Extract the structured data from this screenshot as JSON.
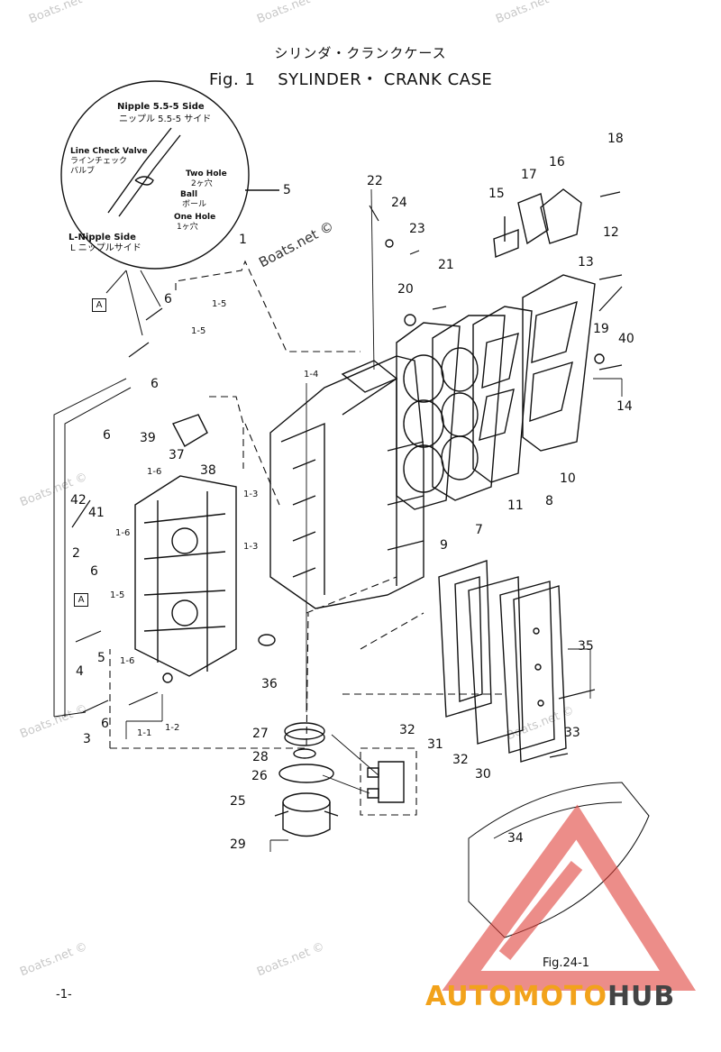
{
  "title": {
    "japanese": "シリンダ・クランクケース",
    "english": "Fig. 1    SYLINDER・ CRANK CASE"
  },
  "watermark": "Boats.net ©",
  "inset": {
    "nipple_side": "Nipple 5.5-5 Side",
    "nipple_side_jp": "ニップル 5.5-5 サイド",
    "line_check_valve": "Line Check Valve",
    "line_check_valve_jp1": "ラインチェック",
    "line_check_valve_jp2": "バルブ",
    "two_hole": "Two Hole",
    "two_hole_jp": "2ヶ穴",
    "ball": "Ball",
    "ball_jp": "ボール",
    "one_hole": "One Hole",
    "one_hole_jp": "1ヶ穴",
    "l_nipple_side": "L-Nipple Side",
    "l_nipple_side_jp": "L ニップルサイド",
    "ref": "5"
  },
  "marker_a": "A",
  "part_labels": {
    "p1": "1",
    "p1_1": "1-1",
    "p1_2": "1-2",
    "p1_3a": "1-3",
    "p1_3b": "1-3",
    "p1_4": "1-4",
    "p1_5a": "1-5",
    "p1_5b": "1-5",
    "p1_5c": "1-5",
    "p1_6a": "1-6",
    "p1_6b": "1-6",
    "p1_6c": "1-6",
    "p2": "2",
    "p3": "3",
    "p4": "4",
    "p5": "5",
    "p6a": "6",
    "p6b": "6",
    "p6c": "6",
    "p6d": "6",
    "p6e": "6",
    "p7": "7",
    "p8": "8",
    "p9": "9",
    "p10": "10",
    "p11": "11",
    "p12": "12",
    "p13": "13",
    "p14": "14",
    "p15": "15",
    "p16": "16",
    "p17": "17",
    "p18": "18",
    "p19": "19",
    "p20": "20",
    "p21": "21",
    "p22": "22",
    "p23": "23",
    "p24": "24",
    "p25": "25",
    "p26": "26",
    "p27": "27",
    "p28": "28",
    "p29": "29",
    "p30": "30",
    "p31": "31",
    "p32a": "32",
    "p32b": "32",
    "p33": "33",
    "p34": "34",
    "p35": "35",
    "p36": "36",
    "p37": "37",
    "p38": "38",
    "p39": "39",
    "p40": "40",
    "p41": "41",
    "p42": "42"
  },
  "fig_ref": "Fig.24-1",
  "page_number": "-1-",
  "logo": {
    "part1": "AUTOMOTO",
    "part2": "HUB",
    "color1": "#f2a21b",
    "color2": "#444444",
    "triangle_color": "#e0413a"
  }
}
